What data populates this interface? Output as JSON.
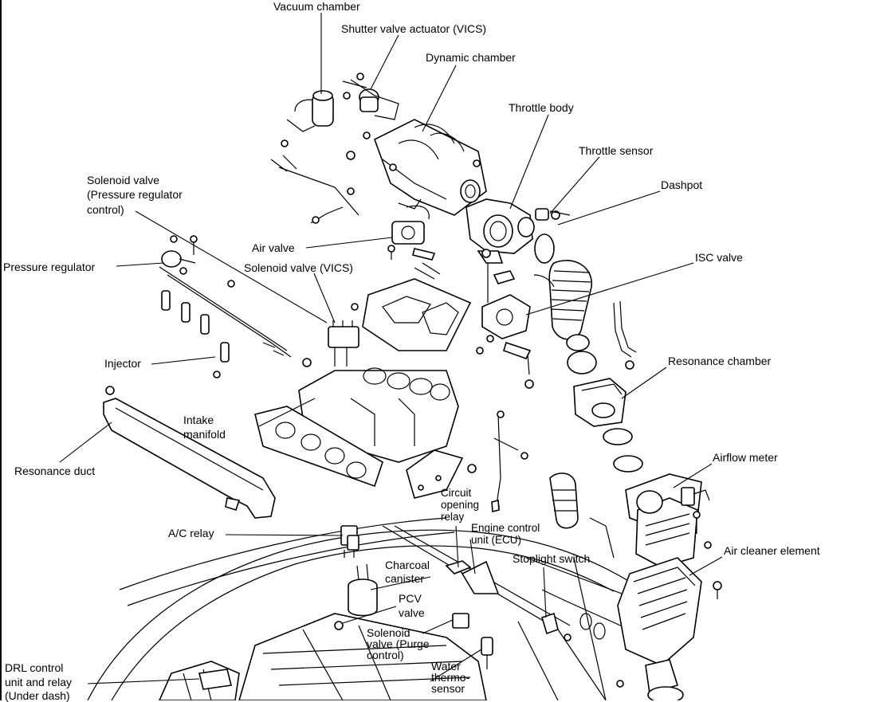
{
  "labels": {
    "vacuum_chamber": "Vacuum chamber",
    "shutter_valve_actuator": "Shutter valve actuator (VICS)",
    "dynamic_chamber": "Dynamic chamber",
    "throttle_body": "Throttle body",
    "throttle_sensor": "Throttle sensor",
    "dashpot": "Dashpot",
    "solenoid_valve_prc": [
      "Solenoid valve",
      "(Pressure regulator",
      "control)"
    ],
    "air_valve": "Air valve",
    "pressure_regulator": "Pressure regulator",
    "solenoid_valve_vics": "Solenoid valve (VICS)",
    "isc_valve": "ISC valve",
    "injector": "Injector",
    "resonance_chamber": "Resonance chamber",
    "intake_manifold": [
      "Intake",
      "manifold"
    ],
    "resonance_duct": "Resonance duct",
    "airflow_meter": "Airflow meter",
    "circuit_opening_relay": [
      "Circuit",
      "opening",
      "relay"
    ],
    "engine_control_unit": [
      "Engine control",
      "unit (ECU)"
    ],
    "ac_relay": "A/C relay",
    "air_cleaner_element": "Air cleaner element",
    "stoplight_switch": "Stoplight switch",
    "charcoal_canister": [
      "Charcoal",
      "canister"
    ],
    "pcv_valve": [
      "PCV",
      "valve"
    ],
    "solenoid_valve_purge": [
      "Solenoid",
      "valve (Purge",
      "control)"
    ],
    "drl_control_unit": [
      "DRL control",
      "unit and relay",
      "(Under dash)"
    ],
    "water_thermosensor": [
      "Water",
      "thermo-",
      "sensor"
    ]
  }
}
